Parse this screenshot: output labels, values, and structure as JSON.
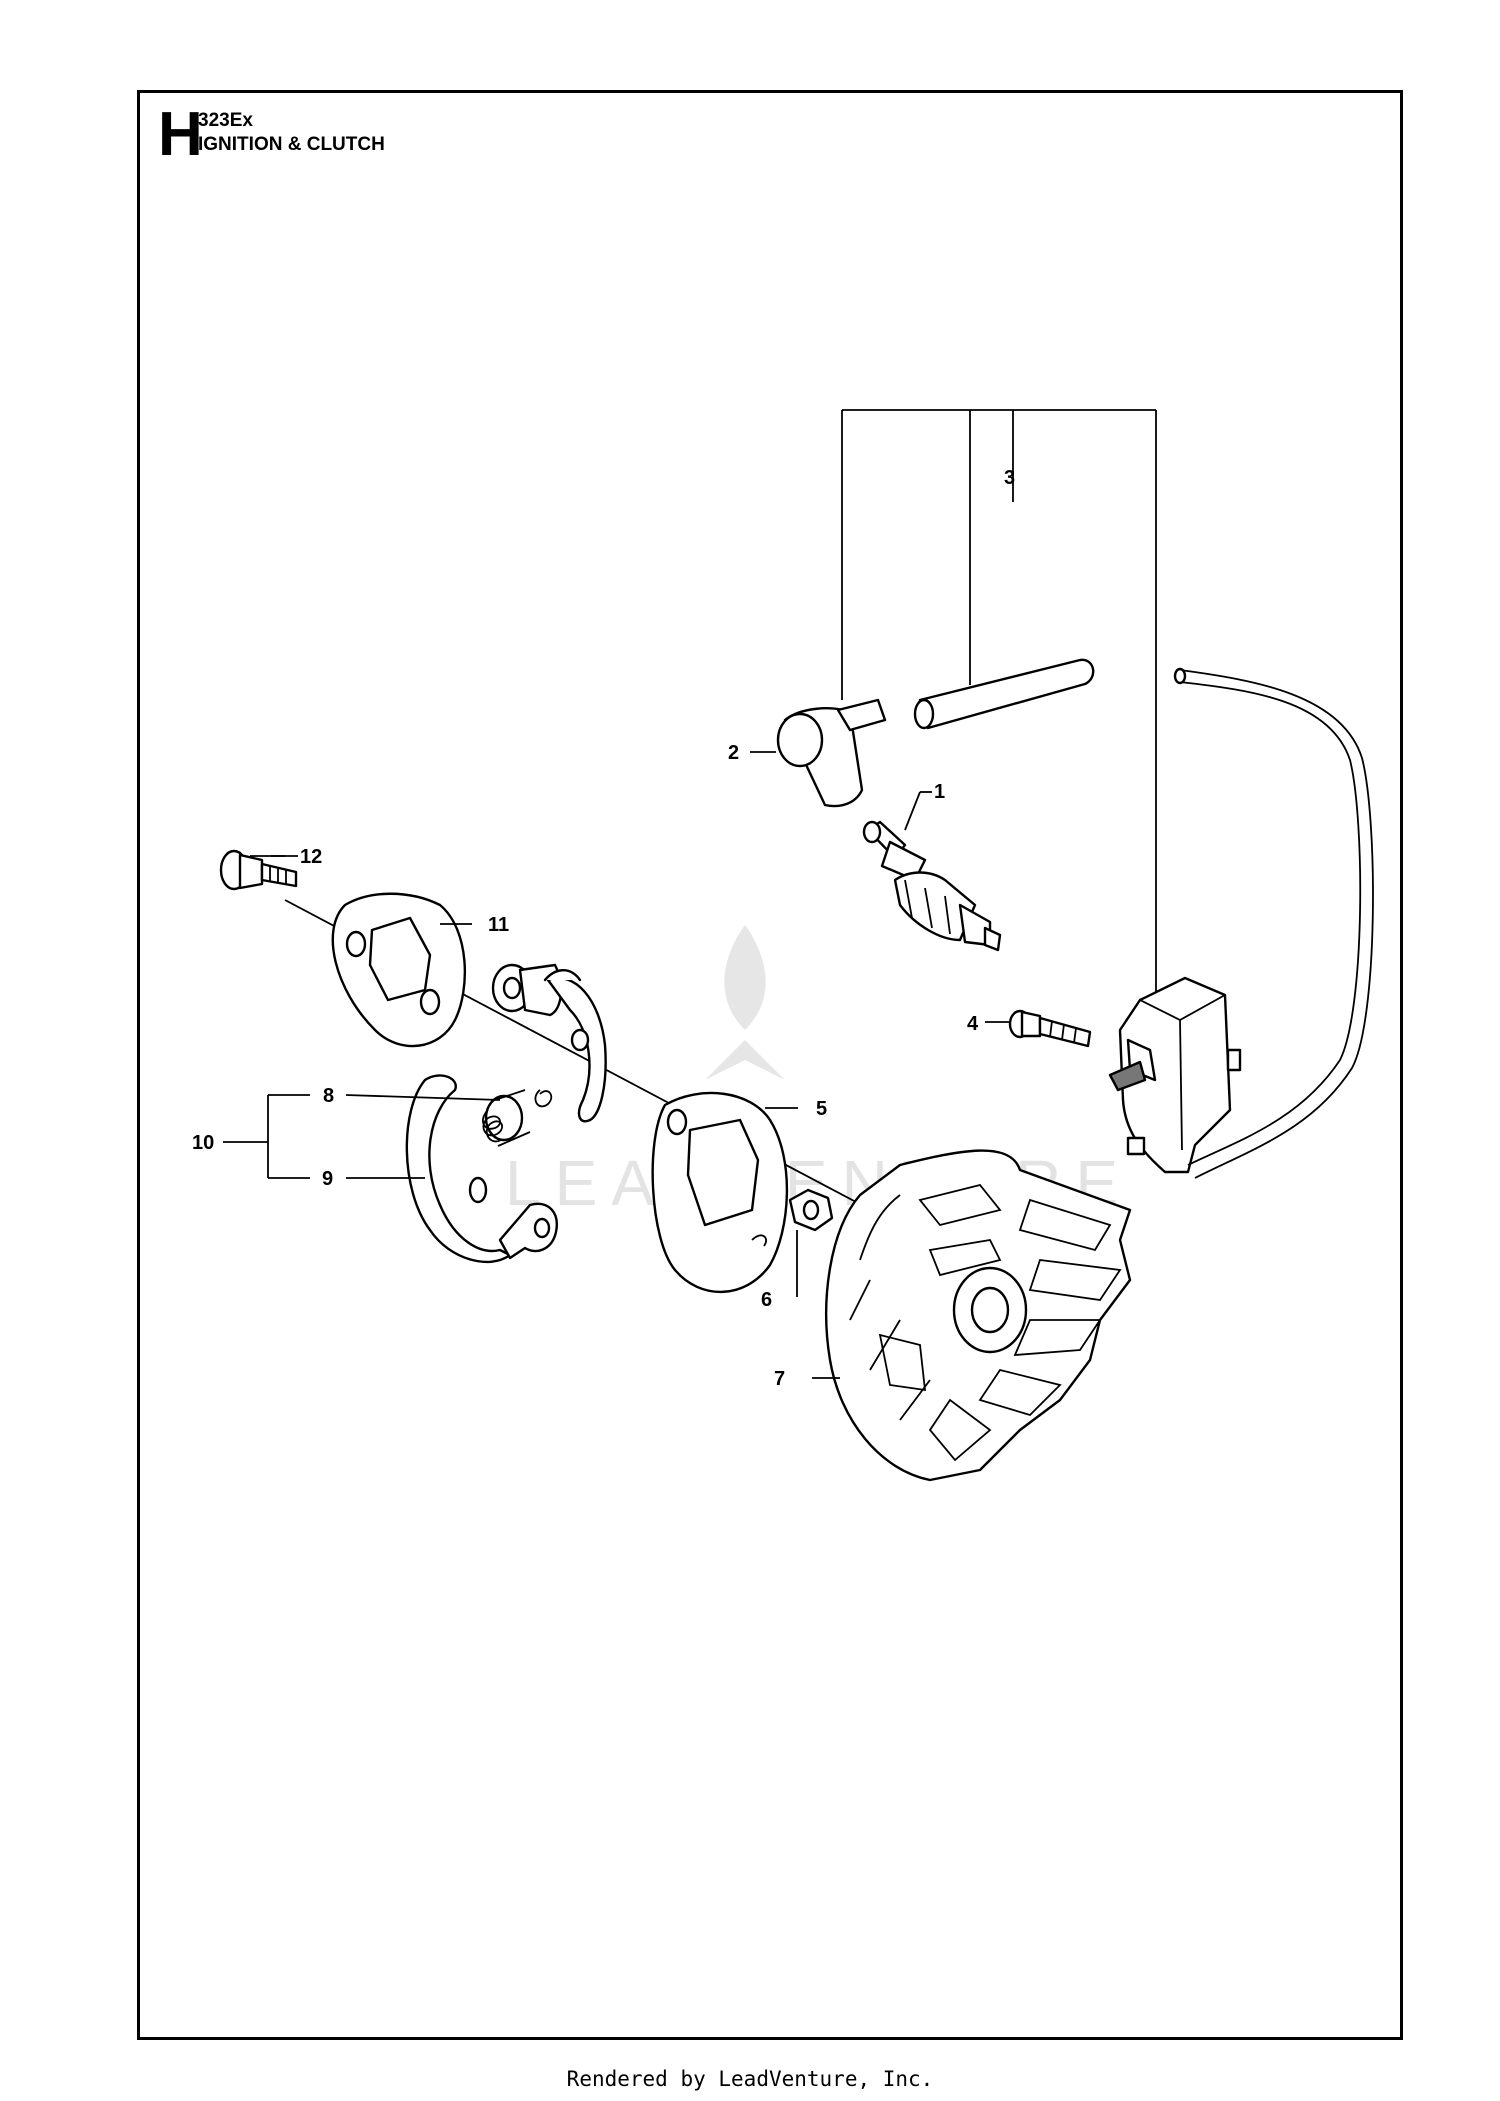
{
  "header": {
    "section_letter": "H",
    "model": "323Ex",
    "title": "IGNITION & CLUTCH"
  },
  "watermark": {
    "text": "LEADVENTURE"
  },
  "callouts": {
    "c1": "1",
    "c2": "2",
    "c3": "3",
    "c4": "4",
    "c5": "5",
    "c6": "6",
    "c7": "7",
    "c8": "8",
    "c9": "9",
    "c10": "10",
    "c11": "11",
    "c12": "12"
  },
  "footer": {
    "text": "Rendered by LeadVenture, Inc."
  },
  "colors": {
    "line": "#000000",
    "background": "#ffffff",
    "watermark": "#e6e6e6"
  }
}
